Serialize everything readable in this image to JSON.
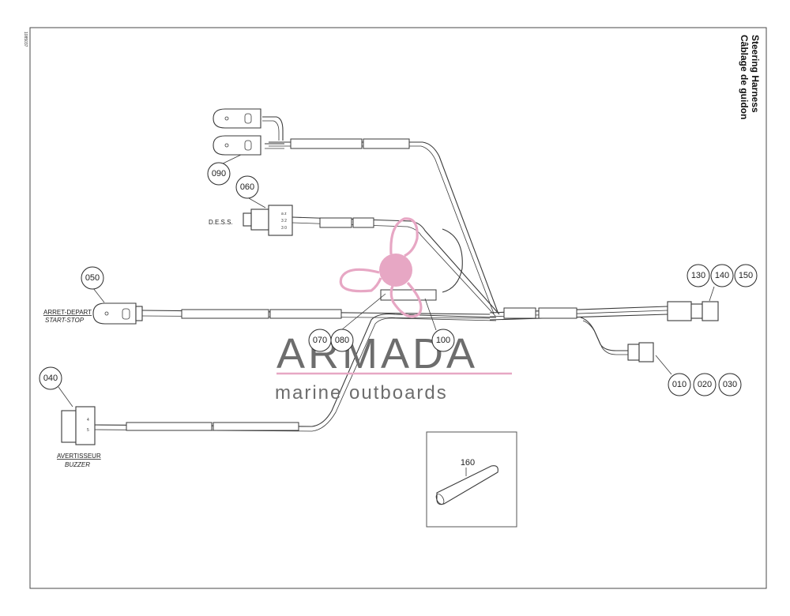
{
  "title": {
    "line1": "Steering Harness",
    "line2": "Câblage de guidon"
  },
  "side_code": "1085037",
  "labels": {
    "dess": "D.E.S.S.",
    "arret_depart": "ARRET-DEPART",
    "start_stop": "START-STOP",
    "avertisseur": "AVERTISSEUR",
    "buzzer": "BUZZER"
  },
  "callouts": {
    "c010": "010",
    "c020": "020",
    "c030": "030",
    "c040": "040",
    "c050": "050",
    "c060": "060",
    "c070": "070",
    "c080": "080",
    "c090": "090",
    "c100": "100",
    "c130": "130",
    "c140": "140",
    "c150": "150",
    "c160": "160"
  },
  "watermark": {
    "brand": "ARMADA",
    "tagline": "marine outboards",
    "color": "#e7a7c4",
    "text_color": "#6d6d6d"
  }
}
